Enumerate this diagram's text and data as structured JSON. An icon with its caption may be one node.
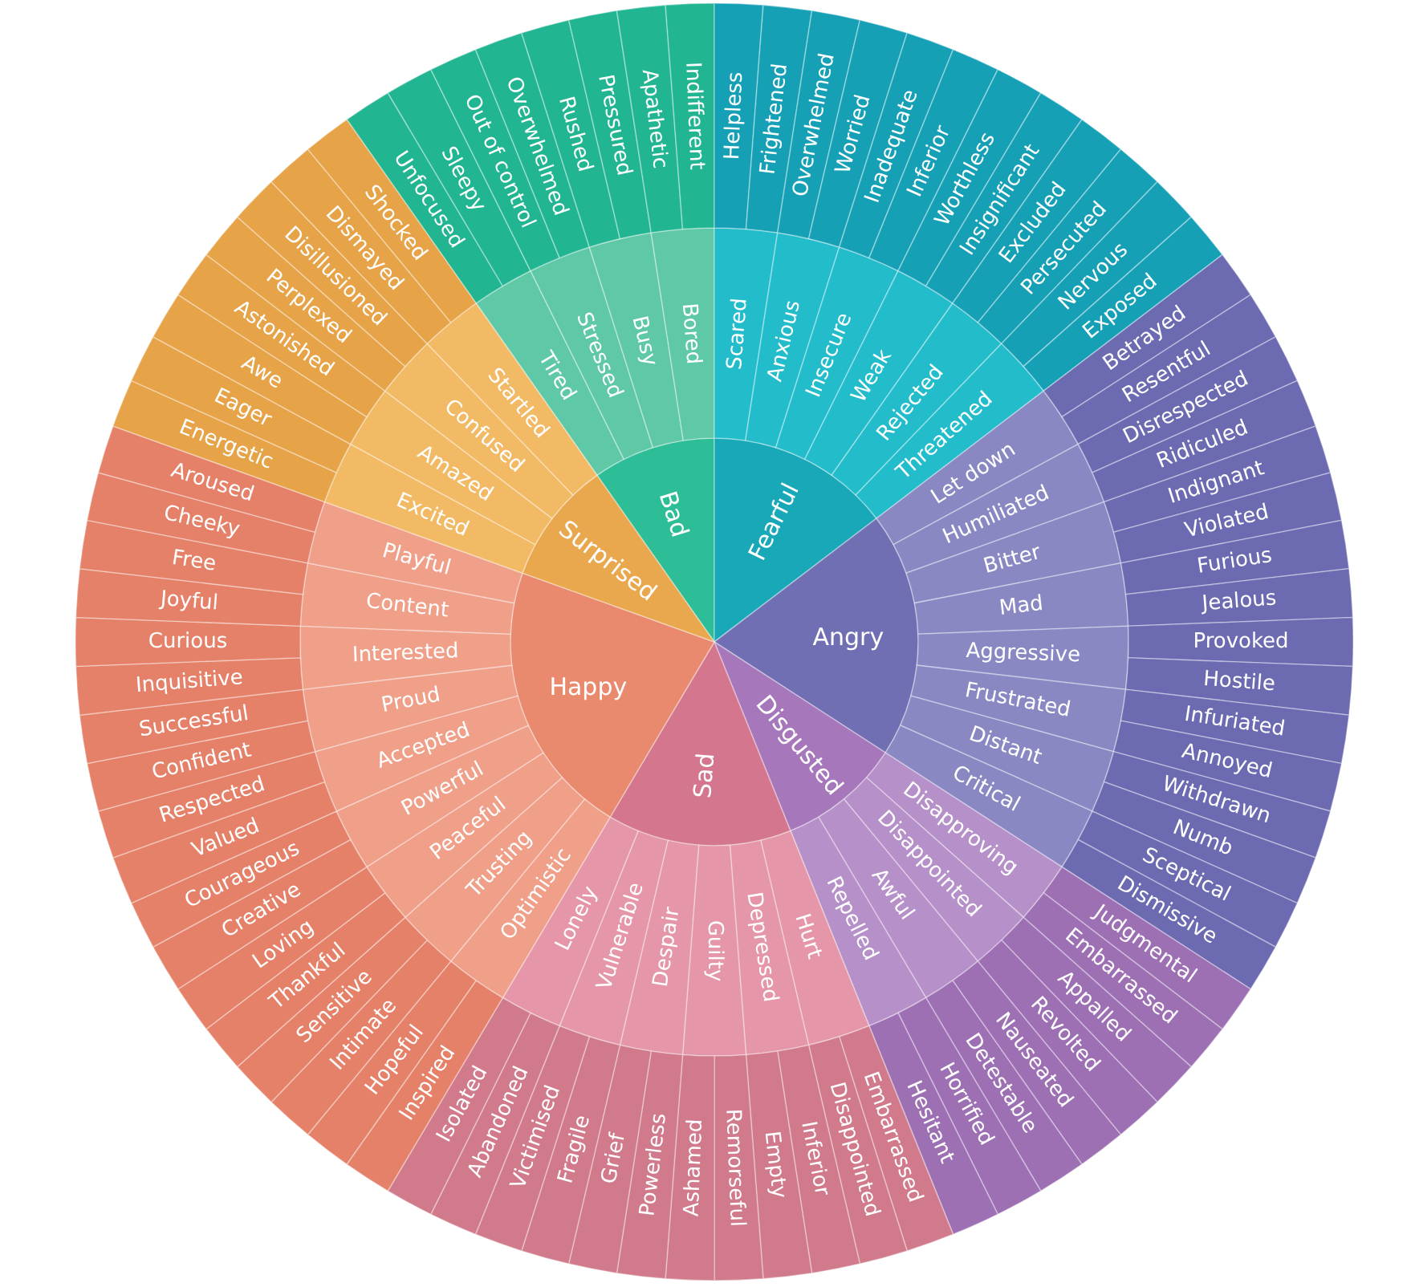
{
  "diagram": {
    "nodes": [
      {
        "text": [
          "Bad"
        ]
      },
      {
        "text": [
          "Tired"
        ]
      },
      {
        "text": [
          "Unfocused"
        ]
      },
      {
        "text": [
          "Sleepy"
        ]
      },
      {
        "text": [
          "Stressed"
        ]
      },
      {
        "text": [
          "Out of control"
        ]
      },
      {
        "text": [
          "Overwhelmed"
        ]
      },
      {
        "text": [
          "Busy"
        ]
      },
      {
        "text": [
          "Rushed"
        ]
      },
      {
        "text": [
          "Pressured"
        ]
      },
      {
        "text": [
          "Bored"
        ]
      },
      {
        "text": [
          "Apathetic"
        ]
      },
      {
        "text": [
          "Indifferent"
        ]
      },
      {
        "text": [
          "Fearful"
        ]
      },
      {
        "text": [
          "Scared"
        ]
      },
      {
        "text": [
          "Helpless"
        ]
      },
      {
        "text": [
          "Frightened"
        ]
      },
      {
        "text": [
          "Anxious"
        ]
      },
      {
        "text": [
          "Overwhelmed"
        ]
      },
      {
        "text": [
          "Worried"
        ]
      },
      {
        "text": [
          "Insecure"
        ]
      },
      {
        "text": [
          "Inadequate"
        ]
      },
      {
        "text": [
          "Inferior"
        ]
      },
      {
        "text": [
          "Weak"
        ]
      },
      {
        "text": [
          "Worthless"
        ]
      },
      {
        "text": [
          "Insignificant"
        ]
      },
      {
        "text": [
          "Rejected"
        ]
      },
      {
        "text": [
          "Excluded"
        ]
      },
      {
        "text": [
          "Persecuted"
        ]
      },
      {
        "text": [
          "Threatened"
        ]
      },
      {
        "text": [
          "Nervous"
        ]
      },
      {
        "text": [
          "Exposed"
        ]
      },
      {
        "text": [
          "Angry"
        ]
      },
      {
        "text": [
          "Let down"
        ]
      },
      {
        "text": [
          "Betrayed"
        ]
      },
      {
        "text": [
          "Resentful"
        ]
      },
      {
        "text": [
          "Humiliated"
        ]
      },
      {
        "text": [
          "Disrespected"
        ]
      },
      {
        "text": [
          "Ridiculed"
        ]
      },
      {
        "text": [
          "Bitter"
        ]
      },
      {
        "text": [
          "Indignant"
        ]
      },
      {
        "text": [
          "Violated"
        ]
      },
      {
        "text": [
          "Mad"
        ]
      },
      {
        "text": [
          "Furious"
        ]
      },
      {
        "text": [
          "Jealous"
        ]
      },
      {
        "text": [
          "Aggressive"
        ]
      },
      {
        "text": [
          "Provoked"
        ]
      },
      {
        "text": [
          "Hostile"
        ]
      },
      {
        "text": [
          "Frustrated"
        ]
      },
      {
        "text": [
          "Infuriated"
        ]
      },
      {
        "text": [
          "Annoyed"
        ]
      },
      {
        "text": [
          "Distant"
        ]
      },
      {
        "text": [
          "Withdrawn"
        ]
      },
      {
        "text": [
          "Numb"
        ]
      },
      {
        "text": [
          "Critical"
        ]
      },
      {
        "text": [
          "Sceptical"
        ]
      },
      {
        "text": [
          "Dismissive"
        ]
      },
      {
        "text": [
          "Disgusted"
        ]
      },
      {
        "text": [
          "Disapproving"
        ]
      },
      {
        "text": [
          "Judgmental"
        ]
      },
      {
        "text": [
          "Embarrassed"
        ]
      },
      {
        "text": [
          "Disappointed"
        ]
      },
      {
        "text": [
          "Appalled"
        ]
      },
      {
        "text": [
          "Revolted"
        ]
      },
      {
        "text": [
          "Awful"
        ]
      },
      {
        "text": [
          "Nauseated"
        ]
      },
      {
        "text": [
          "Detestable"
        ]
      },
      {
        "text": [
          "Repelled"
        ]
      },
      {
        "text": [
          "Horrified"
        ]
      },
      {
        "text": [
          "Hesitant"
        ]
      },
      {
        "text": [
          "Sad"
        ]
      },
      {
        "text": [
          "Hurt"
        ]
      },
      {
        "text": [
          "Embarrassed"
        ]
      },
      {
        "text": [
          "Disappointed"
        ]
      },
      {
        "text": [
          "Depressed"
        ]
      },
      {
        "text": [
          "Inferior"
        ]
      },
      {
        "text": [
          "Empty"
        ]
      },
      {
        "text": [
          "Guilty"
        ]
      },
      {
        "text": [
          "Remorseful"
        ]
      },
      {
        "text": [
          "Ashamed"
        ]
      },
      {
        "text": [
          "Despair"
        ]
      },
      {
        "text": [
          "Powerless"
        ]
      },
      {
        "text": [
          "Grief"
        ]
      },
      {
        "text": [
          "Vulnerable"
        ]
      },
      {
        "text": [
          "Fragile"
        ]
      },
      {
        "text": [
          "Victimised"
        ]
      },
      {
        "text": [
          "Lonely"
        ]
      },
      {
        "text": [
          "Abandoned"
        ]
      },
      {
        "text": [
          "Isolated"
        ]
      },
      {
        "text": [
          "Happy"
        ]
      },
      {
        "text": [
          "Optimistic"
        ]
      },
      {
        "text": [
          "Inspired"
        ]
      },
      {
        "text": [
          "Hopeful"
        ]
      },
      {
        "text": [
          "Trusting"
        ]
      },
      {
        "text": [
          "Intimate"
        ]
      },
      {
        "text": [
          "Sensitive"
        ]
      },
      {
        "text": [
          "Peaceful"
        ]
      },
      {
        "text": [
          "Thankful"
        ]
      },
      {
        "text": [
          "Loving"
        ]
      },
      {
        "text": [
          "Powerful"
        ]
      },
      {
        "text": [
          "Creative"
        ]
      },
      {
        "text": [
          "Courageous"
        ]
      },
      {
        "text": [
          "Accepted"
        ]
      },
      {
        "text": [
          "Valued"
        ]
      },
      {
        "text": [
          "Respected"
        ]
      },
      {
        "text": [
          "Proud"
        ]
      },
      {
        "text": [
          "Confident"
        ]
      },
      {
        "text": [
          "Successful"
        ]
      },
      {
        "text": [
          "Interested"
        ]
      },
      {
        "text": [
          "Inquisitive"
        ]
      },
      {
        "text": [
          "Curious"
        ]
      },
      {
        "text": [
          "Content"
        ]
      },
      {
        "text": [
          "Joyful"
        ]
      },
      {
        "text": [
          "Free"
        ]
      },
      {
        "text": [
          "Playful"
        ]
      },
      {
        "text": [
          "Cheeky"
        ]
      },
      {
        "text": [
          "Aroused"
        ]
      },
      {
        "text": [
          "Surprised"
        ]
      },
      {
        "text": [
          "Excited"
        ]
      },
      {
        "text": [
          "Energetic"
        ]
      },
      {
        "text": [
          "Eager"
        ]
      },
      {
        "text": [
          "Amazed"
        ]
      },
      {
        "text": [
          "Awe"
        ]
      },
      {
        "text": [
          "Astonished"
        ]
      },
      {
        "text": [
          "Confused"
        ]
      },
      {
        "text": [
          "Perplexed"
        ]
      },
      {
        "text": [
          "Disillusioned"
        ]
      },
      {
        "text": [
          "Startled"
        ]
      },
      {
        "text": [
          "Dismayed"
        ]
      },
      {
        "text": [
          "Shocked"
        ]
      }
    ]
  }
}
